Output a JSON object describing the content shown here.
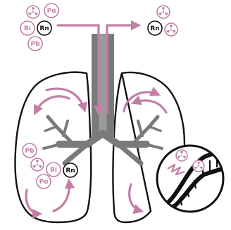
{
  "colors": {
    "accent": "#c27ea6",
    "outline": "#111111",
    "airway": "#7a7a7a",
    "background": "#ffffff"
  },
  "elements": {
    "polonium": "Po",
    "bismuth": "Bi",
    "radon": "Rn",
    "lead": "Pb"
  },
  "icons": {
    "radioactive": "radioactive-trefoil-icon",
    "dna": "dna-double-helix-icon",
    "damage": "zigzag-damage-icon"
  }
}
